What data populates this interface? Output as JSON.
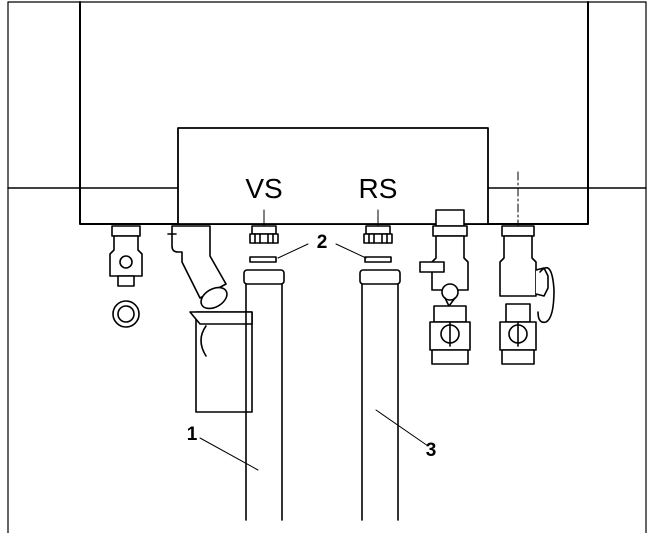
{
  "connections": {
    "flow_label": "VS",
    "return_label": "RS"
  },
  "callouts": {
    "pipe_flow": "1",
    "seals": "2",
    "pipe_return": "3"
  },
  "colors": {
    "line": "#000000",
    "background": "#ffffff"
  }
}
